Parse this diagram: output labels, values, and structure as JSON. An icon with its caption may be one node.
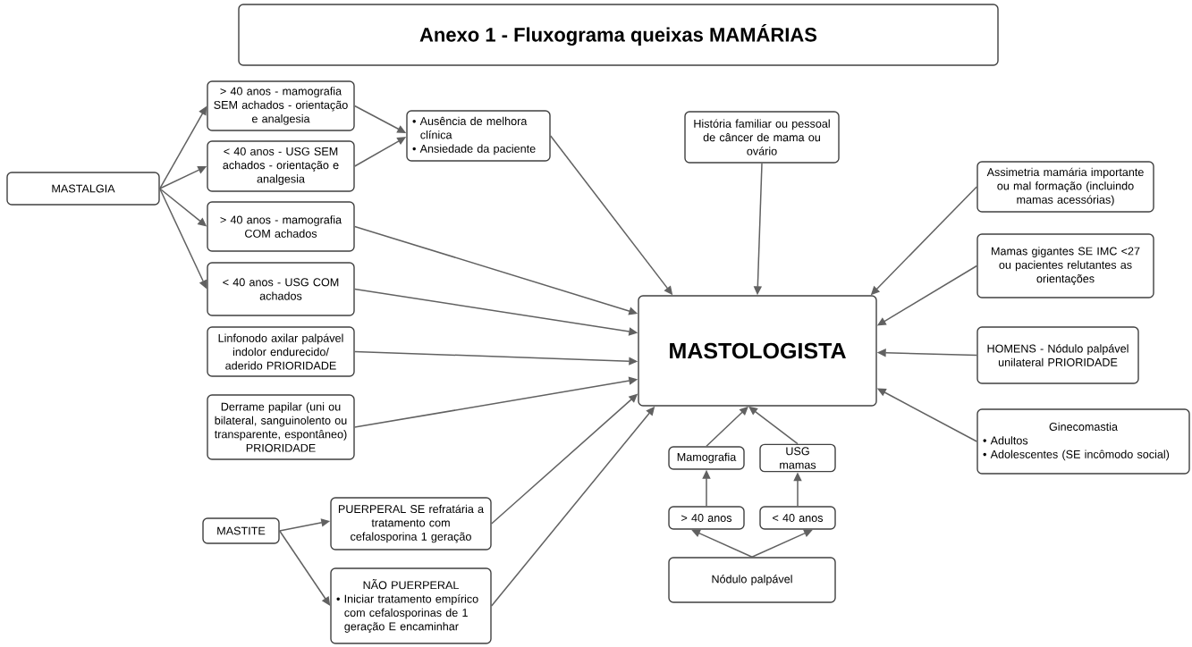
{
  "diagram": {
    "title": "Anexo 1 - Fluxograma queixas MAMÁRIAS",
    "nodes": [
      {
        "text": [
          "MASTALGIA"
        ]
      },
      {
        "text": [
          "> 40 anos - mamografia SEM achados - orientação e analgesia"
        ]
      },
      {
        "text": [
          "< 40 anos - USG SEM achados - orientação e analgesia"
        ]
      },
      {
        "text": [
          "> 40 anos - mamografia COM achados"
        ]
      },
      {
        "text": [
          "< 40 anos - USG COM achados"
        ]
      },
      {
        "text": [
          "Linfonodo axilar palpável indolor endurecido/ aderido PRIORIDADE"
        ]
      },
      {
        "text": [
          "Derrame papilar (uni ou bilateral, sanguinolento ou transparente, espontâneo) PRIORIDADE"
        ]
      },
      {
        "text": [
          "• Ausência de melhora clínica",
          "• Ansiedade da paciente"
        ]
      },
      {
        "text": [
          "História familiar ou pessoal de câncer de mama ou ovário"
        ]
      },
      {
        "text": [
          "MASTOLOGISTA"
        ]
      },
      {
        "text": [
          "Assimetria mamária importante ou mal formação (incluindo mamas acessórias)"
        ]
      },
      {
        "text": [
          "Mamas gigantes SE IMC <27 ou pacientes relutantes as orientações"
        ]
      },
      {
        "text": [
          "HOMENS - Nódulo palpável unilateral PRIORIDADE"
        ]
      },
      {
        "text": [
          "Ginecomastia",
          "• Adultos",
          "• Adolescentes (SE incômodo social)"
        ]
      },
      {
        "text": [
          "MASTITE"
        ]
      },
      {
        "text": [
          "PUERPERAL SE refratária a tratamento com cefalosporina 1 geração"
        ]
      },
      {
        "text": [
          "NÃO PUERPERAL",
          "• Iniciar tratamento empírico com cefalosporinas de 1 geração E encaminhar"
        ]
      },
      {
        "text": [
          "Mamografia"
        ]
      },
      {
        "text": [
          "USG mamas"
        ]
      },
      {
        "text": [
          "> 40 anos"
        ]
      },
      {
        "text": [
          "< 40 anos"
        ]
      },
      {
        "text": [
          "Nódulo palpável"
        ]
      }
    ],
    "edges": [
      {
        "from": 0,
        "to": 1,
        "arrow": "to"
      },
      {
        "from": 0,
        "to": 2,
        "arrow": "to"
      },
      {
        "from": 0,
        "to": 3,
        "arrow": "to"
      },
      {
        "from": 0,
        "to": 4,
        "arrow": "to"
      },
      {
        "from": 1,
        "to": 7,
        "arrow": "to"
      },
      {
        "from": 2,
        "to": 7,
        "arrow": "to"
      },
      {
        "from": 7,
        "to": 9,
        "arrow": "to"
      },
      {
        "from": 8,
        "to": 9,
        "arrow": "to"
      },
      {
        "from": 3,
        "to": 9,
        "arrow": "to"
      },
      {
        "from": 4,
        "to": 9,
        "arrow": "to"
      },
      {
        "from": 5,
        "to": 9,
        "arrow": "to"
      },
      {
        "from": 6,
        "to": 9,
        "arrow": "to"
      },
      {
        "from": 15,
        "to": 9,
        "arrow": "to"
      },
      {
        "from": 16,
        "to": 9,
        "arrow": "to"
      },
      {
        "from": 10,
        "to": 9,
        "arrow": "to"
      },
      {
        "from": 11,
        "to": 9,
        "arrow": "to"
      },
      {
        "from": 12,
        "to": 9,
        "arrow": "to"
      },
      {
        "from": 13,
        "to": 9,
        "arrow": "to"
      },
      {
        "from": 14,
        "to": 15,
        "arrow": "to"
      },
      {
        "from": 14,
        "to": 16,
        "arrow": "to"
      },
      {
        "from": 17,
        "to": 9,
        "arrow": "to"
      },
      {
        "from": 18,
        "to": 9,
        "arrow": "to"
      },
      {
        "from": 19,
        "to": 17,
        "arrow": "to"
      },
      {
        "from": 20,
        "to": 18,
        "arrow": "to"
      },
      {
        "from": 21,
        "to": 19,
        "arrow": "to"
      },
      {
        "from": 21,
        "to": 20,
        "arrow": "to"
      }
    ]
  }
}
